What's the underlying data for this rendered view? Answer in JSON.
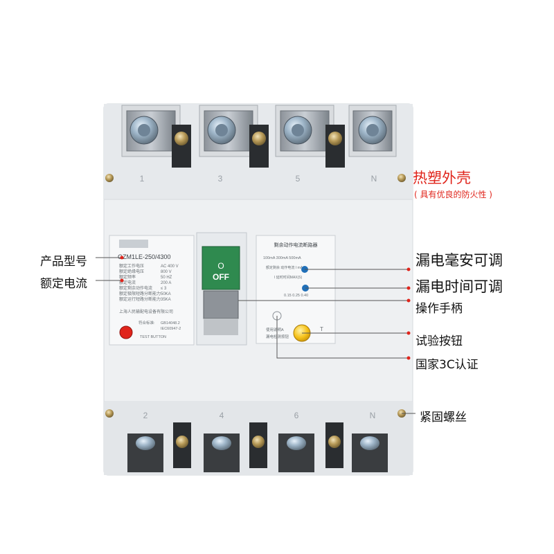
{
  "product": {
    "model": "GZM1LE-250/4300",
    "spec_rows": [
      {
        "label": "额定工作电压",
        "value": "AC  400 V"
      },
      {
        "label": "额定绝缘电压",
        "value": "800 V"
      },
      {
        "label": "额定频率",
        "value": "50 HZ"
      },
      {
        "label": "额定电流",
        "value": "200 A"
      },
      {
        "label": "额定剩余动作电流",
        "value": "≤ 3"
      },
      {
        "label": "额定极限短路分断能力",
        "value": "50KA"
      },
      {
        "label": "额定运行短路分断能力",
        "value": "35KA"
      }
    ],
    "manufacturer": "上海人民输配电设备有限公司",
    "standards": [
      "GB14048.2",
      "IEC60947-2"
    ],
    "standard_prefix": "符合标准:",
    "test_button_label": "TEST BUTTON",
    "switch_label": "OFF",
    "switch_symbol": "O",
    "rcd_panel_title": "剩余动作电流断路器",
    "rcd_current_settings": "100mA  300mA  500mA",
    "rcd_time_settings": "0.15  0.25  0.40",
    "rcd_side_text": "额定剩余 动作电流 I mA",
    "rcd_max_text": "I 延时时间MAX(S)",
    "rcd_usage_text": "使用说明A",
    "rcd_usage_text2": "漏电检测按钮",
    "test_symbol": "T",
    "terminal_numbers_top": [
      "1",
      "3",
      "5",
      "N"
    ],
    "terminal_numbers_bottom": [
      "2",
      "4",
      "6",
      "N"
    ]
  },
  "callouts": {
    "housing": "热塑外壳",
    "housing_note": "( 具有优良的防火性 )",
    "model": "产品型号",
    "rated_current": "额定电流",
    "leak_ma": "漏电毫安可调",
    "leak_time": "漏电时间可调",
    "handle": "操作手柄",
    "test_button": "试验按钮",
    "cert": "国家3C认证",
    "screw": "紧固螺丝"
  },
  "colors": {
    "body": "#e9ecef",
    "accent_red": "#e0241b",
    "switch_green": "#2f8a4f",
    "test_yellow": "#f6c21a",
    "knob_blue": "#1f6fb8"
  }
}
